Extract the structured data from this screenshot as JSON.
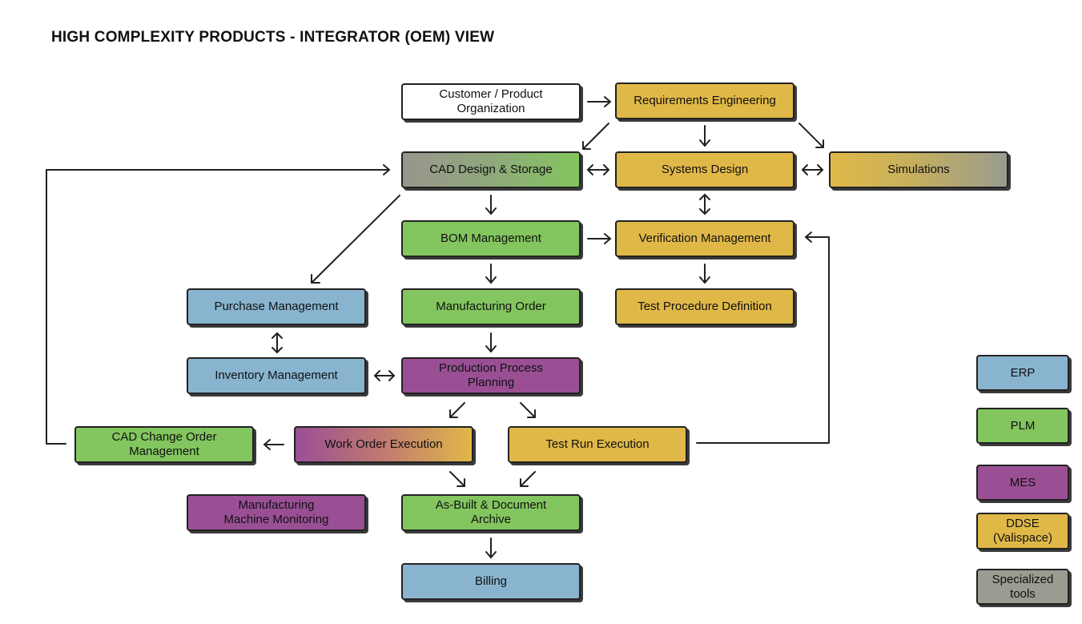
{
  "title": "HIGH COMPLEXITY PRODUCTS - INTEGRATOR (OEM) VIEW",
  "nodes": {
    "customer": "Customer / Product\nOrganization",
    "requirements": "Requirements Engineering",
    "cad_design": "CAD Design & Storage",
    "systems_design": "Systems Design",
    "simulations": "Simulations",
    "bom": "BOM Management",
    "verification": "Verification Management",
    "purchase": "Purchase Management",
    "mfg_order": "Manufacturing Order",
    "test_procedure": "Test Procedure Definition",
    "inventory": "Inventory Management",
    "production_planning": "Production Process\nPlanning",
    "cad_change": "CAD Change Order\nManagement",
    "work_order": "Work Order Execution",
    "test_run": "Test Run Execution",
    "machine_monitoring": "Manufacturing\nMachine Monitoring",
    "as_built": "As-Built & Document\nArchive",
    "billing": "Billing"
  },
  "legend": {
    "erp": "ERP",
    "plm": "PLM",
    "mes": "MES",
    "ddse": "DDSE\n(Valispace)",
    "specialized": "Specialized\ntools"
  },
  "colors": {
    "erp": "#88b4cf",
    "plm": "#83c55e",
    "mes": "#9a4f95",
    "ddse": "#e0b848",
    "specialized": "#999c90"
  }
}
